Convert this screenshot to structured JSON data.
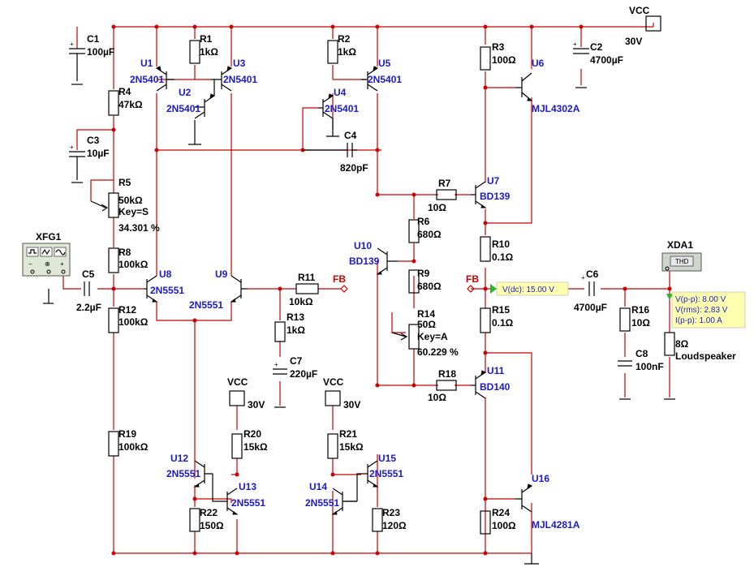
{
  "instruments": {
    "function_generator": "XFG1",
    "distortion_analyzer": "XDA1",
    "distortion_analyzer_screen": "THD"
  },
  "supplies": {
    "vcc_main": {
      "label": "VCC",
      "value": "30V"
    },
    "vcc_left": {
      "label": "VCC",
      "value": "30V"
    },
    "vcc_right": {
      "label": "VCC",
      "value": "30V"
    }
  },
  "feedback": {
    "out_label": "FB",
    "in_label": "FB"
  },
  "probes": {
    "dc_probe": "V(dc): 15.00 V",
    "ac_probe": {
      "vpp": "V(p-p): 8.00 V",
      "vrms": "V(rms): 2.83 V",
      "ipp": "I(p-p): 1.00 A"
    }
  },
  "components": {
    "C1": {
      "ref": "C1",
      "value": "100µF"
    },
    "C2": {
      "ref": "C2",
      "value": "4700µF"
    },
    "C3": {
      "ref": "C3",
      "value": "10µF"
    },
    "C4": {
      "ref": "C4",
      "value": "820pF"
    },
    "C5": {
      "ref": "C5",
      "value": "2.2µF"
    },
    "C6": {
      "ref": "C6",
      "value": "4700µF"
    },
    "C7": {
      "ref": "C7",
      "value": "220µF"
    },
    "C8": {
      "ref": "C8",
      "value": "100nF"
    },
    "R1": {
      "ref": "R1",
      "value": "1kΩ"
    },
    "R2": {
      "ref": "R2",
      "value": "1kΩ"
    },
    "R3": {
      "ref": "R3",
      "value": "100Ω"
    },
    "R4": {
      "ref": "R4",
      "value": "47kΩ"
    },
    "R5": {
      "ref": "R5",
      "value": "50kΩ",
      "key": "Key=S",
      "setting": "34.301 %"
    },
    "R6": {
      "ref": "R6",
      "value": "680Ω"
    },
    "R7": {
      "ref": "R7",
      "value": "10Ω"
    },
    "R8": {
      "ref": "R8",
      "value": "100kΩ"
    },
    "R9": {
      "ref": "R9",
      "value": "680Ω"
    },
    "R10": {
      "ref": "R10",
      "value": "0.1Ω"
    },
    "R11": {
      "ref": "R11",
      "value": "10kΩ"
    },
    "R12": {
      "ref": "R12",
      "value": "100kΩ"
    },
    "R13": {
      "ref": "R13",
      "value": "1kΩ"
    },
    "R14": {
      "ref": "R14",
      "value": "50Ω",
      "key": "Key=A",
      "setting": "60.229 %"
    },
    "R15": {
      "ref": "R15",
      "value": "0.1Ω"
    },
    "R16": {
      "ref": "R16",
      "value": "10Ω"
    },
    "R18": {
      "ref": "R18",
      "value": "10Ω"
    },
    "R19": {
      "ref": "R19",
      "value": "100kΩ"
    },
    "R20": {
      "ref": "R20",
      "value": "15kΩ"
    },
    "R21": {
      "ref": "R21",
      "value": "15kΩ"
    },
    "R22": {
      "ref": "R22",
      "value": "150Ω"
    },
    "R23": {
      "ref": "R23",
      "value": "120Ω"
    },
    "R24": {
      "ref": "R24",
      "value": "100Ω"
    },
    "LS": {
      "value": "8Ω",
      "name": "Loudspeaker"
    },
    "U1": {
      "ref": "U1",
      "part": "2N5401"
    },
    "U2": {
      "ref": "U2",
      "part": "2N5401"
    },
    "U3": {
      "ref": "U3",
      "part": "2N5401"
    },
    "U4": {
      "ref": "U4",
      "part": "2N5401"
    },
    "U5": {
      "ref": "U5",
      "part": "2N5401"
    },
    "U6": {
      "ref": "U6",
      "part": "MJL4302A"
    },
    "U7": {
      "ref": "U7",
      "part": "BD139"
    },
    "U8": {
      "ref": "U8",
      "part": "2N5551"
    },
    "U9": {
      "ref": "U9",
      "part": "2N5551"
    },
    "U10": {
      "ref": "U10",
      "part": "BD139"
    },
    "U11": {
      "ref": "U11",
      "part": "BD140"
    },
    "U12": {
      "ref": "U12",
      "part": "2N5551"
    },
    "U13": {
      "ref": "U13",
      "part": "2N5551"
    },
    "U14": {
      "ref": "U14",
      "part": "2N5551"
    },
    "U15": {
      "ref": "U15",
      "part": "2N5551"
    },
    "U16": {
      "ref": "U16",
      "part": "MJL4281A"
    }
  }
}
